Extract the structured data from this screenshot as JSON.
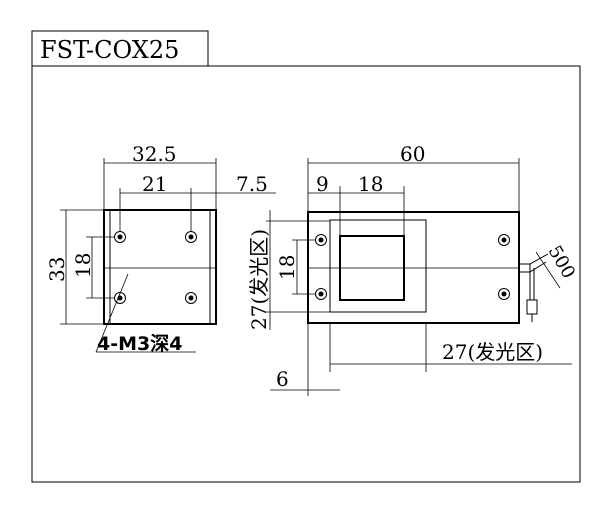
{
  "title": "FST-COX25",
  "left_view": {
    "dim_total_width": "32.5",
    "dim_body_width": "21",
    "dim_offset": "7.5",
    "dim_height": "33",
    "dim_hole_spacing": "18",
    "hole_note": "4-M3深4"
  },
  "right_view": {
    "dim_length": "60",
    "dim_hole_offset": "9",
    "dim_window_offset": "18",
    "dim_window_vertical": "27(发光区)",
    "dim_hole_vertical": "18",
    "dim_window_horizontal": "27(发光区)",
    "dim_bottom": "6",
    "dim_cable": "500"
  }
}
